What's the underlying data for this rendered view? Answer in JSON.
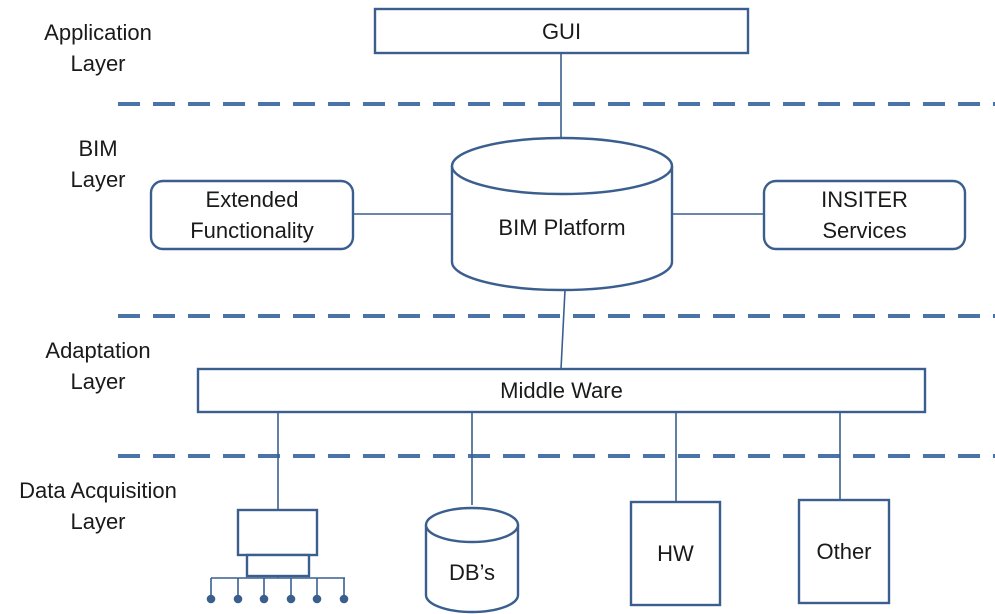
{
  "layers": [
    {
      "line1": "Application",
      "line2": "Layer"
    },
    {
      "line1": "BIM",
      "line2": "Layer"
    },
    {
      "line1": "Adaptation",
      "line2": "Layer"
    },
    {
      "line1": "Data Acquisition",
      "line2": "Layer"
    }
  ],
  "nodes": {
    "gui": "GUI",
    "bim_platform": "BIM Platform",
    "extended_functionality": {
      "line1": "Extended",
      "line2": "Functionality"
    },
    "insiter_services": {
      "line1": "INSITER",
      "line2": "Services"
    },
    "middle_ware": "Middle Ware",
    "dbs": "DB’s",
    "hw": "HW",
    "other": "Other"
  },
  "colors": {
    "stroke": "#3a5f8f",
    "dashed_separator": "#4a73a8",
    "text": "#1a1a1a"
  }
}
